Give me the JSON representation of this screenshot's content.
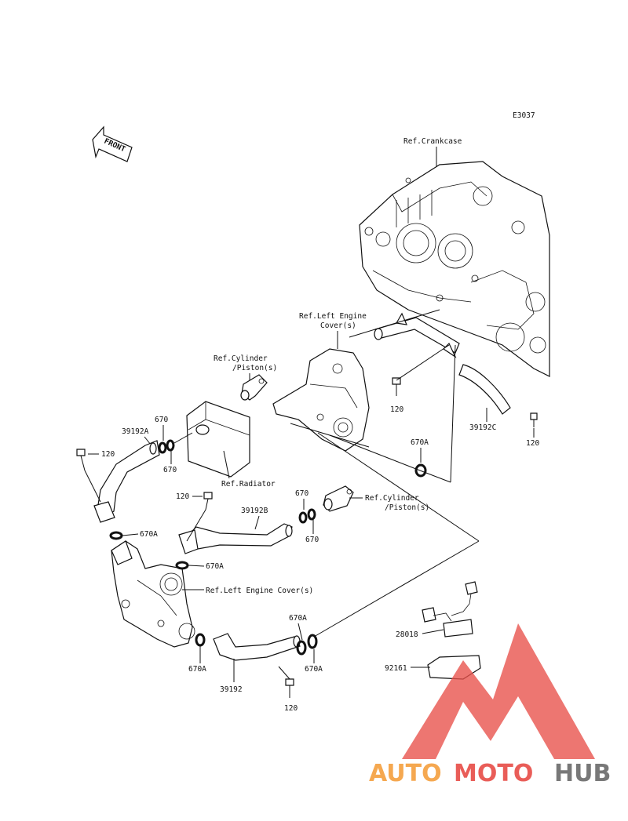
{
  "diagram_code": "E3037",
  "front_label": "FRONT",
  "refs": {
    "crankcase": "Ref.Crankcase",
    "left_engine_cover_l1": "Ref.Left Engine",
    "left_engine_cover_l2": "Cover(s)",
    "cylinder_top_l1": "Ref.Cylinder",
    "cylinder_top_l2": "/Piston(s)",
    "radiator": "Ref.Radiator",
    "cylinder_mid_l1": "Ref.Cylinder",
    "cylinder_mid_l2": "/Piston(s)",
    "left_engine_cover_lower": "Ref.Left Engine Cover(s)"
  },
  "parts": {
    "hose_39192A": "39192A",
    "hose_39192B": "39192B",
    "hose_39192C": "39192C",
    "hose_39192": "39192",
    "oring_670_a": "670",
    "oring_670_b": "670",
    "oring_670_c": "670",
    "oring_670_d": "670",
    "oring_670A_1": "670A",
    "oring_670A_2": "670A",
    "oring_670A_3": "670A",
    "oring_670A_4": "670A",
    "oring_670A_5": "670A",
    "oring_670A_6": "670A",
    "bolt_120_1": "120",
    "bolt_120_2": "120",
    "bolt_120_3": "120",
    "bolt_120_4": "120",
    "bolt_120_5": "120",
    "harness_28018": "28018",
    "pad_92161": "92161"
  },
  "watermark": {
    "part1": "AUTO",
    "part2": "MOTO",
    "part3": "HUB",
    "color_orange": "#f5a142",
    "color_red": "#e8504a",
    "color_gray": "#6d6d6d"
  }
}
